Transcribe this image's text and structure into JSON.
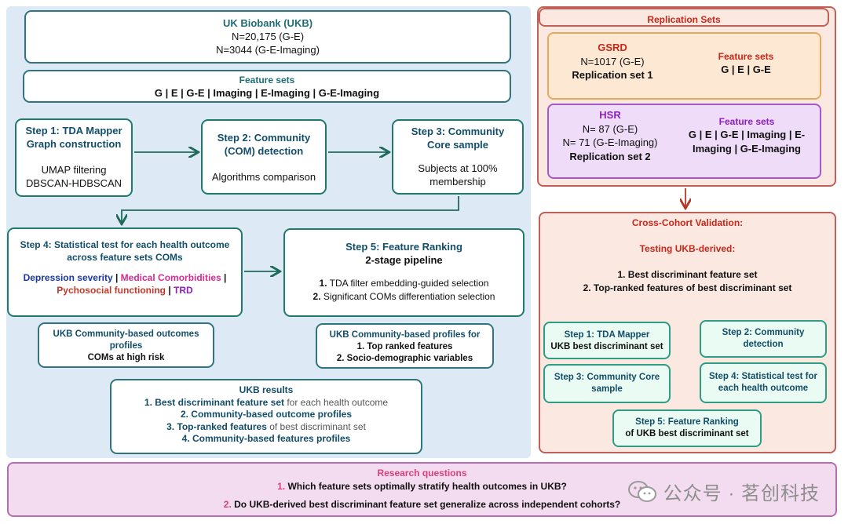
{
  "ukb": {
    "title": "UK Biobank (UKB)",
    "n1": "N=20,175 (G-E)",
    "n2": "N=3044 (G-E-Imaging)"
  },
  "feature_sets": {
    "title": "Feature sets",
    "list": "G | E | G-E | Imaging | E-Imaging | G-E-Imaging"
  },
  "step1": {
    "title1": "Step 1: TDA Mapper",
    "title2": "Graph construction",
    "line1": "UMAP filtering",
    "line2": "DBSCAN-HDBSCAN"
  },
  "step2": {
    "title1": "Step 2: Community",
    "title2": "(COM) detection",
    "line1": "Algorithms comparison"
  },
  "step3": {
    "title1": "Step 3: Community",
    "title2": "Core sample",
    "line1": "Subjects at 100%",
    "line2": "membership"
  },
  "step4": {
    "title1": "Step 4: Statistical test for each health outcome",
    "title2": "across feature sets COMs",
    "o1": "Depression severity",
    "sep": " | ",
    "o2": "Medical Comorbidities",
    "o3": "Pychosocial functioning",
    "o4": "TRD"
  },
  "step5": {
    "title": "Step 5:  Feature Ranking",
    "subtitle": "2-stage pipeline",
    "n1": "1.",
    "l1": " TDA filter embedding-guided selection",
    "n2": "2.",
    "l2": " Significant COMs differentiation selection"
  },
  "outcome_profiles": {
    "title1": "UKB Community-based outcomes",
    "title2": "profiles",
    "line1": "COMs at high risk"
  },
  "feature_profiles": {
    "title": "UKB Community-based profiles for",
    "l1": "1. Top ranked features",
    "l2": "2. Socio-demographic variables"
  },
  "results": {
    "title": "UKB results",
    "r1b": "1. Best discriminant feature set",
    "r1n": " for each health outcome",
    "r2": "2. Community-based outcome profiles",
    "r3b": "3. Top-ranked features",
    "r3n": " of best discriminant set",
    "r4": "4. Community-based features profiles"
  },
  "replication": {
    "title": "Replication Sets",
    "gsrd": {
      "name": "GSRD",
      "n": "N=1017 (G-E)",
      "set": "Replication set 1",
      "fs_title": "Feature sets",
      "fs_list": "G | E | G-E"
    },
    "hsr": {
      "name": "HSR",
      "n1": "N= 87 (G-E)",
      "n2": "N= 71 (G-E-Imaging)",
      "set": "Replication set 2",
      "fs_title": "Feature sets",
      "fs_l1": "G | E | G-E | Imaging | E-",
      "fs_l2": "Imaging | G-E-Imaging"
    }
  },
  "validation": {
    "title": "Cross-Cohort Validation:",
    "subtitle": "Testing UKB-derived:",
    "i1": "1. Best discriminant feature set",
    "i2": "2. Top-ranked features of best discriminant set",
    "s1a": "Step 1: TDA Mapper",
    "s1b": "UKB best discriminant set",
    "s2a": "Step 2: Community",
    "s2b": "detection",
    "s3a": "Step 3: Community Core",
    "s3b": "sample",
    "s4a": "Step 4: Statistical test for",
    "s4b": "each health outcome",
    "s5a": "Step 5:  Feature Ranking",
    "s5b": "of UKB best discriminant set"
  },
  "research": {
    "title": "Research questions",
    "n1": "1.",
    "q1": " Which feature sets optimally stratify health outcomes in UKB?",
    "n2": "2.",
    "q2": " Do UKB-derived best discriminant feature set generalize across independent cohorts?"
  },
  "watermark": {
    "text": "公众号 · 茗创科技",
    "icon": "wechat-icon"
  },
  "colors": {
    "left_bg": "#ddeaf5",
    "box_border": "#1f7a6b",
    "red_border": "#c06058",
    "right_bg": "#fbe9e1",
    "gsrd_bg": "#fde9d3",
    "hsr_bg": "#efdcf8",
    "rq_bg": "#f3dcf0"
  }
}
